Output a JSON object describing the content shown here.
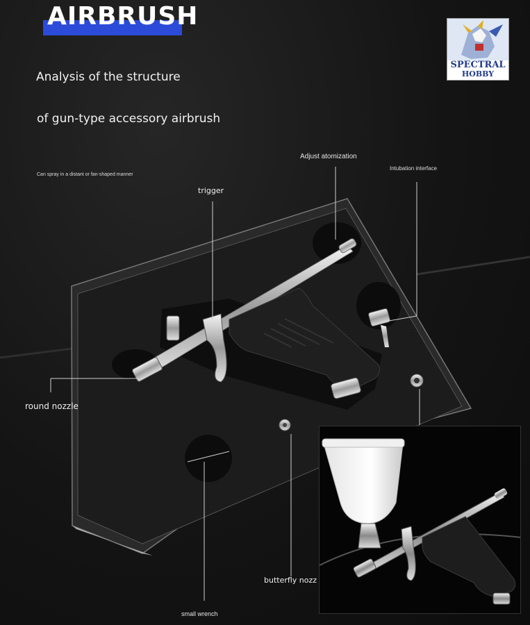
{
  "brand": {
    "title": "AIRBRUSH"
  },
  "logo": {
    "line1": "SPECTRAL",
    "line2": "HOBBY"
  },
  "headline": {
    "line1": "Analysis of the structure",
    "line2": "of gun-type accessory airbrush"
  },
  "labels": {
    "spray_note": "Can spray in a distant or fan-shaped manner",
    "adjust_atomization": "Adjust atomization",
    "intubation_interface": "Intubation interface",
    "trigger": "trigger",
    "round_nozzle": "round nozzle",
    "butterfly_nozzle": "butterfly nozz",
    "small_wrench": "small wrench"
  },
  "colors": {
    "brand_blue": "#2b4bd8",
    "background": "#141414",
    "foam": "#1a1a1a",
    "chrome": "#c8c8c8"
  }
}
